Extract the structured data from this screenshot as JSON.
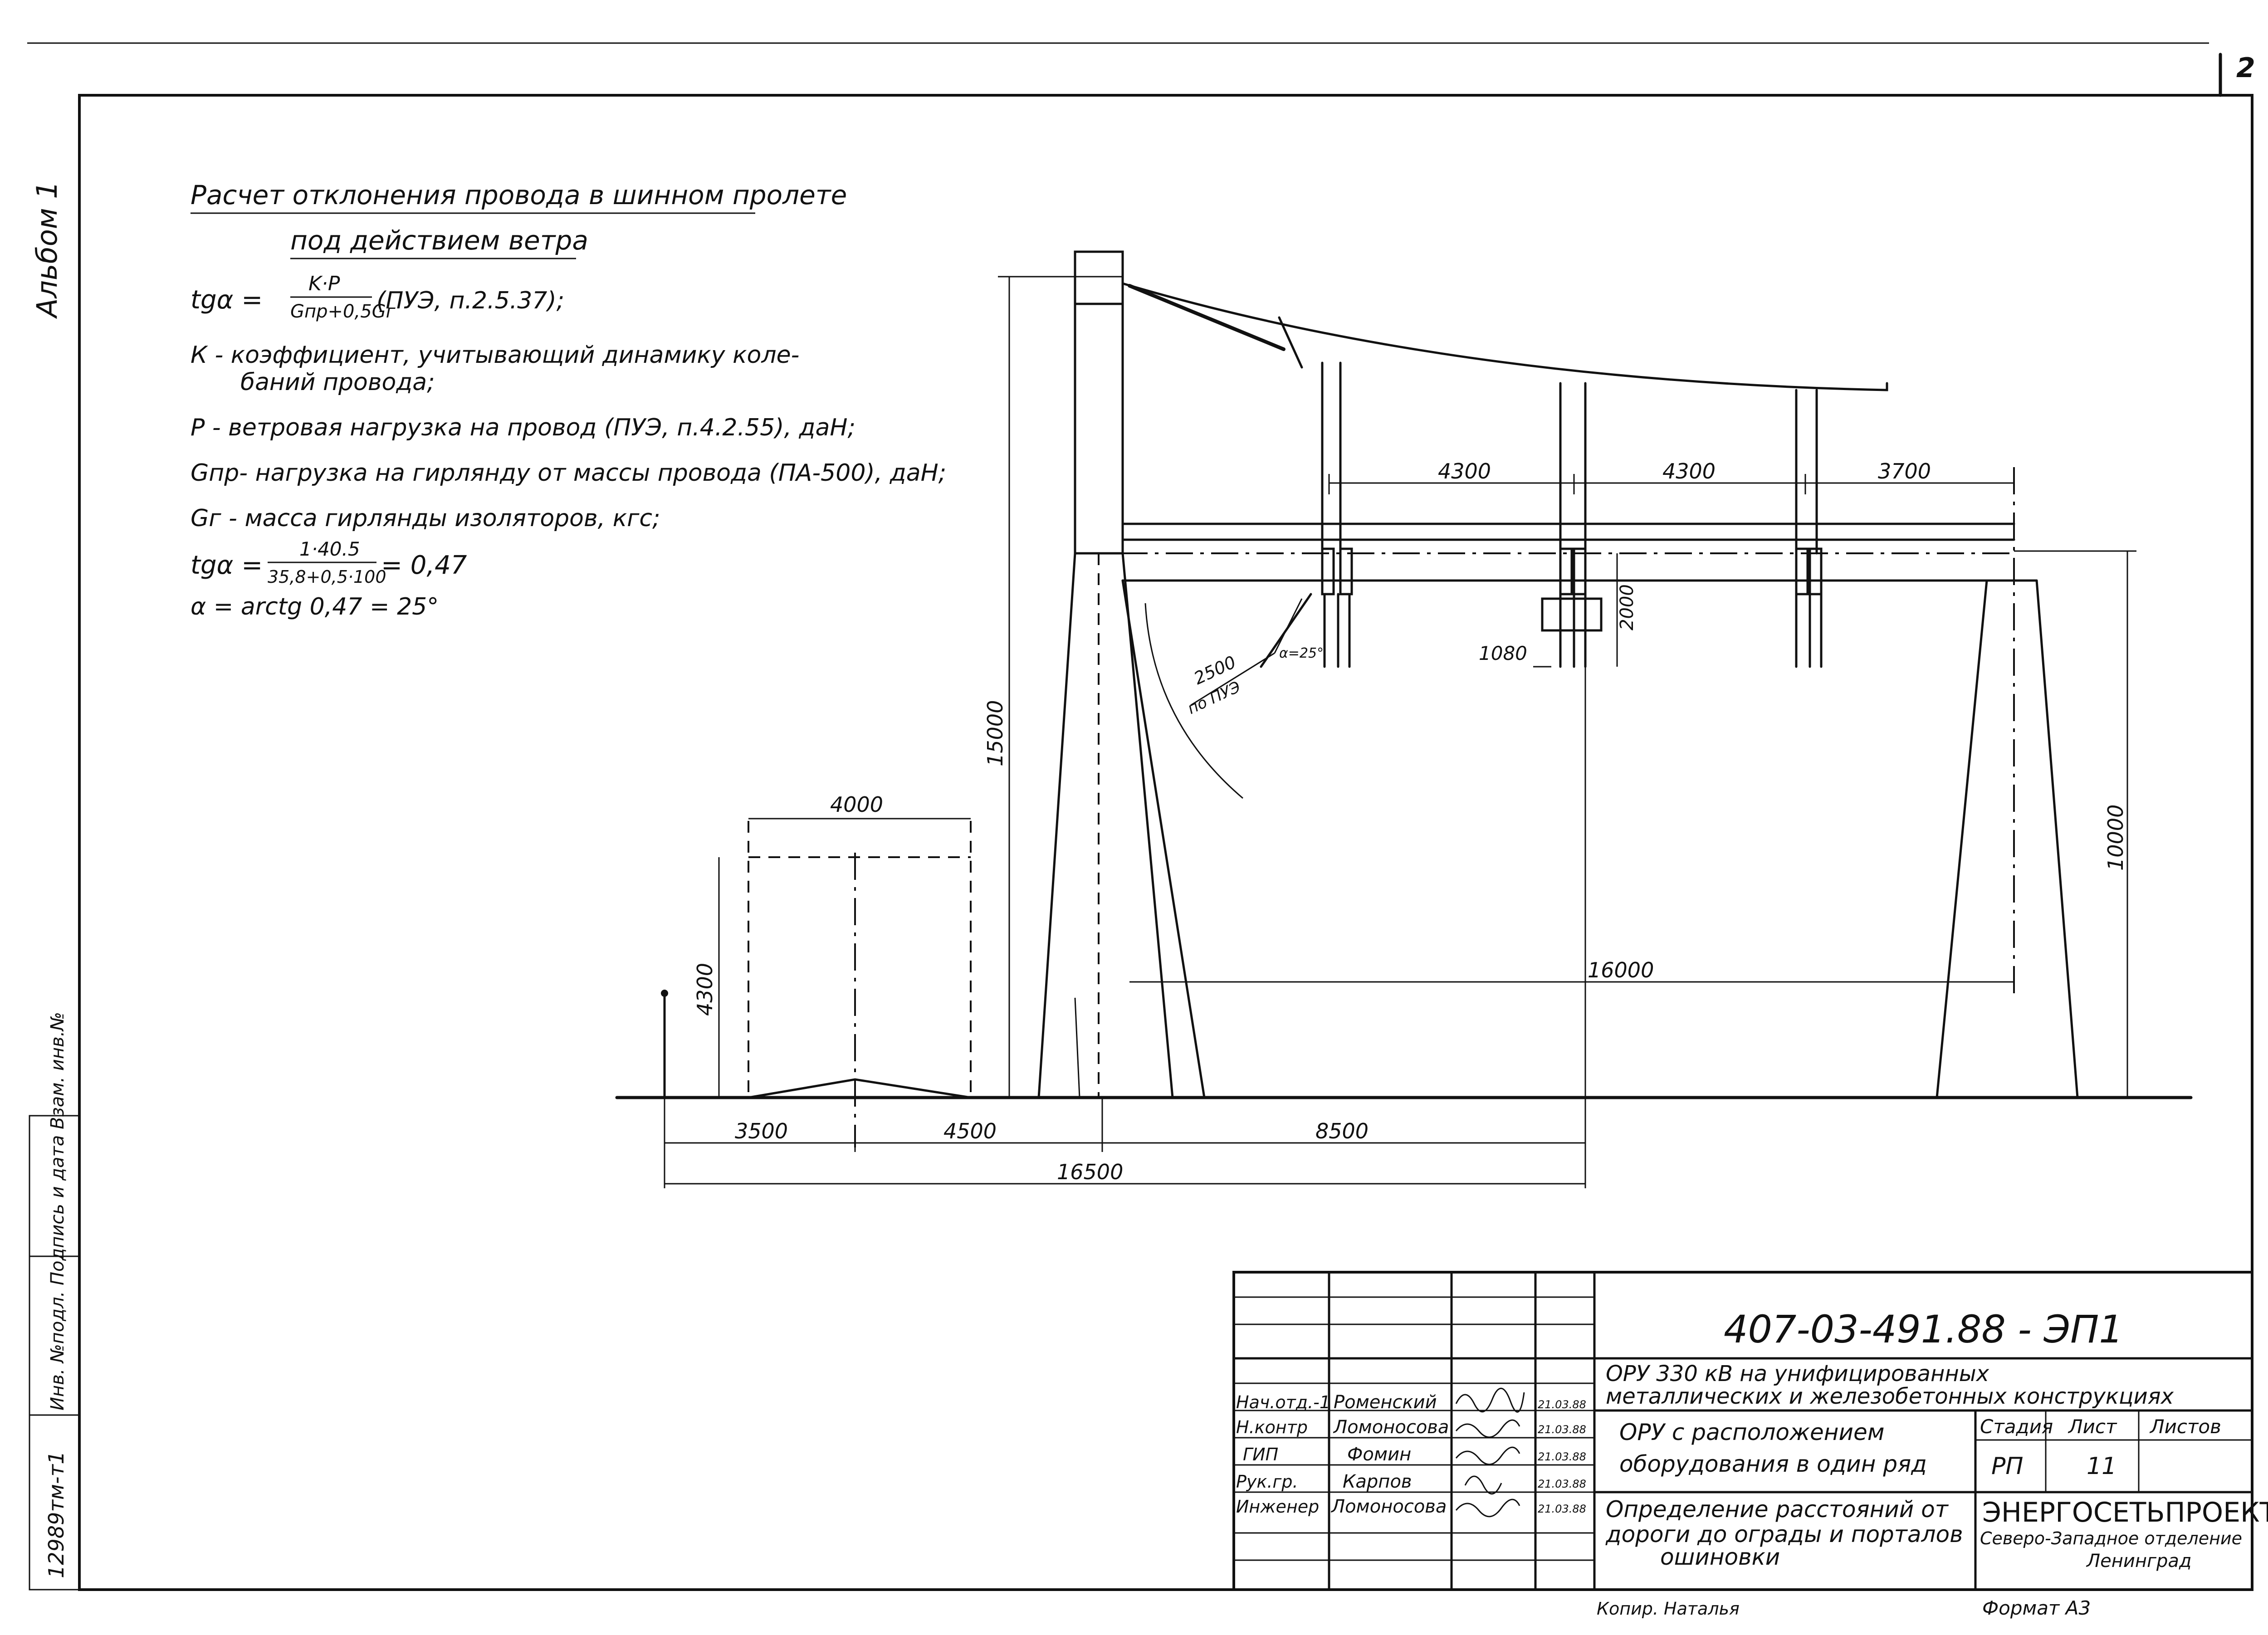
{
  "sheet": {
    "number": "2",
    "album_label": "Альбом 1",
    "inv_label": "12989тм-т1",
    "left_stamp_text": "Инв. №подл. Подпись и дата Взам. инв.№"
  },
  "calc": {
    "title_line1": "Расчет отклонения провода в шинном пролете",
    "title_line2": "под действием ветра",
    "formula1_lhs": "tgα =",
    "formula1_num": "K·P",
    "formula1_den": "Gпр+0,5Gг",
    "formula1_ref": "(ПУЭ, п.2.5.37);",
    "k_line1": "К - коэффициент, учитывающий динамику коле-",
    "k_line2": "баний провода;",
    "p_line": "Р - ветровая нагрузка на провод (ПУЭ, п.4.2.55), даН;",
    "gpr_line": "Gпр- нагрузка на гирлянду от массы провода (ПА-500), даН;",
    "gg_line": "Gг - масса гирлянды изоляторов, кгс;",
    "formula2_lhs": "tgα =",
    "formula2_num": "1·40.5",
    "formula2_den": "35,8+0,5·100",
    "formula2_res": "= 0,47",
    "formula3": "α = arctg 0,47 = 25°"
  },
  "dims": {
    "d4300_a": "4300",
    "d4300_b": "4300",
    "d3700": "3700",
    "d2000": "2000",
    "d1080": "1080",
    "d2500": "2500",
    "d_pue": "по ПУЭ",
    "d_angle": "α=25°",
    "d15000": "15000",
    "d10000": "10000",
    "d16000": "16000",
    "d4000": "4000",
    "d4300_road": "4300",
    "d3500": "3500",
    "d4500": "4500",
    "d8500": "8500",
    "d16500": "16500"
  },
  "title_block": {
    "doc_code": "407-03-491.88 - ЭП1",
    "project_line1": "ОРУ 330 кВ на унифицированных",
    "project_line2": "металлических и железобетонных конструкциях",
    "sub_line1": "ОРУ с расположением",
    "sub_line2": "оборудования в один ряд",
    "desc_line1": "Определение расстояний от",
    "desc_line2": "дороги до ограды и порталов",
    "desc_line3": "ошиновки",
    "stage_h": "Стадия",
    "sheet_h": "Лист",
    "sheets_h": "Листов",
    "stage_v": "РП",
    "sheet_v": "11",
    "org_name": "ЭНЕРГОСЕТЬПРОЕКТ",
    "org_branch": "Северо-Западное отделение",
    "org_city": "Ленинград",
    "copied": "Копир. Наталья",
    "format": "Формат А3",
    "staff": [
      {
        "role": "Нач.отд.-1",
        "name": "Роменский",
        "date": "21.03.88"
      },
      {
        "role": "Н.контр",
        "name": "Ломоносова",
        "date": "21.03.88"
      },
      {
        "role": "ГИП",
        "name": "Фомин",
        "date": "21.03.88"
      },
      {
        "role": "Рук.гр.",
        "name": "Карпов",
        "date": "21.03.88"
      },
      {
        "role": "Инженер",
        "name": "Ломоносова",
        "date": "21.03.88"
      }
    ]
  }
}
